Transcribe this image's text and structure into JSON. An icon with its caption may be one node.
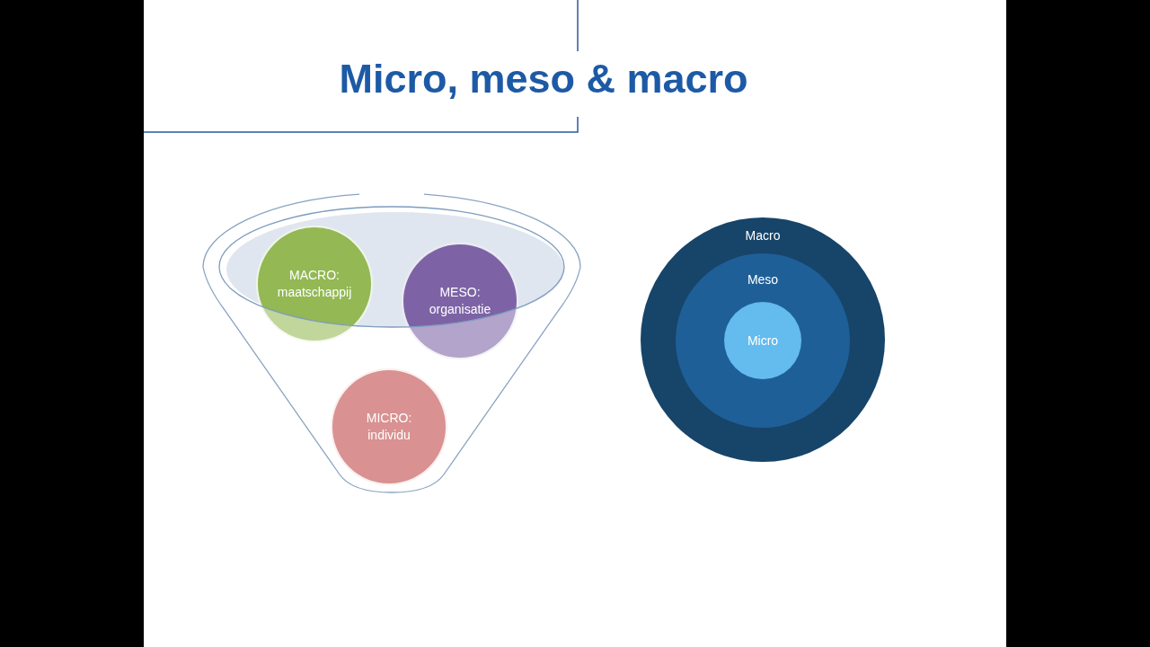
{
  "diagram": {
    "title": "Micro, meso & macro",
    "nodes": [
      {
        "text": [
          "MACRO: maatschappij"
        ]
      },
      {
        "text": [
          "MESO: organisatie"
        ]
      },
      {
        "text": [
          "MICRO: individu"
        ]
      },
      {
        "text": [
          "Macro"
        ]
      },
      {
        "text": [
          "Meso"
        ],
        "in": 3
      },
      {
        "text": [
          "Micro"
        ],
        "in": 4
      }
    ]
  }
}
